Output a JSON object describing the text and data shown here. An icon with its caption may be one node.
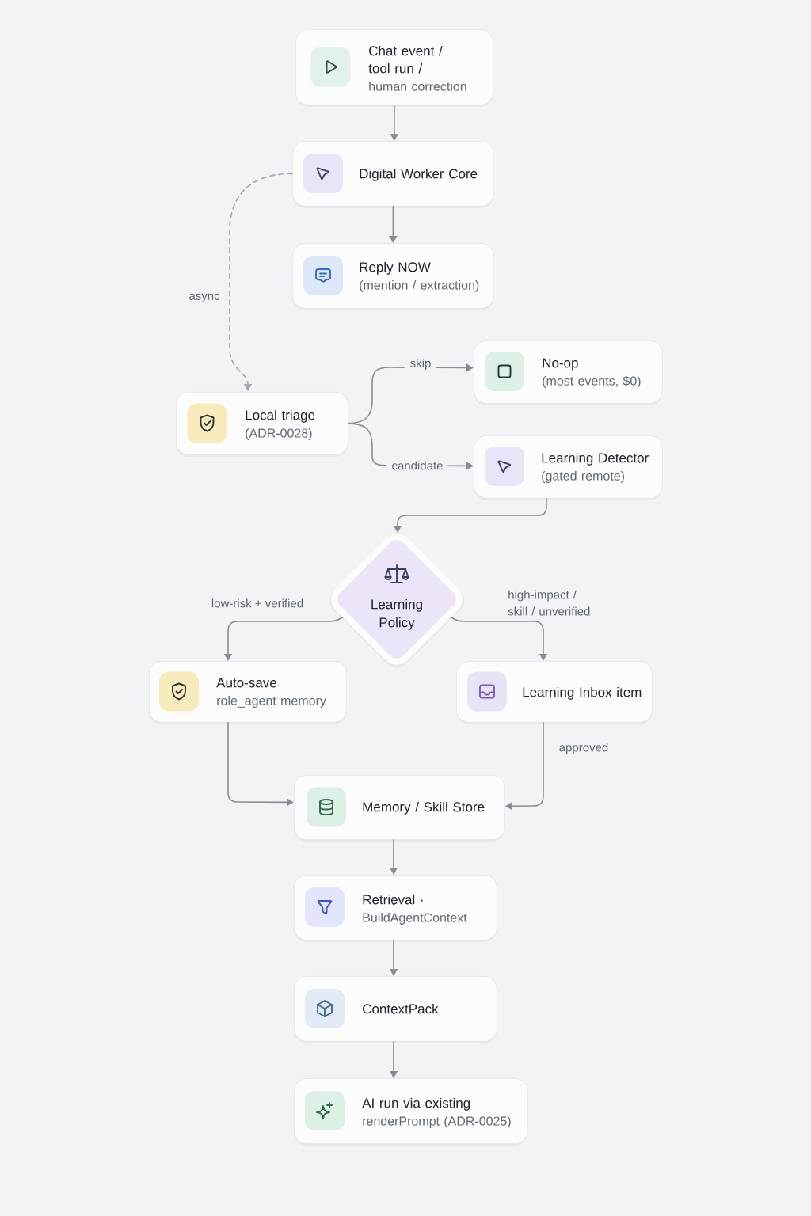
{
  "diagram": {
    "nodes": [
      {
        "text": [
          "Chat event / tool run /",
          "human correction"
        ]
      },
      {
        "text": [
          "Digital Worker Core"
        ]
      },
      {
        "text": [
          "Reply NOW",
          "(mention / extraction)"
        ]
      },
      {
        "text": [
          "Local triage",
          "(ADR-0028)"
        ]
      },
      {
        "text": [
          "No-op",
          "(most events, $0)"
        ]
      },
      {
        "text": [
          "Learning Detector",
          "(gated remote)"
        ]
      },
      {
        "text": [
          "Learning Policy"
        ]
      },
      {
        "text": [
          "Auto-save",
          "role_agent memory"
        ]
      },
      {
        "text": [
          "Learning Inbox item"
        ]
      },
      {
        "text": [
          "Memory / Skill Store"
        ]
      },
      {
        "text": [
          "Retrieval ·",
          "BuildAgentContext"
        ]
      },
      {
        "text": [
          "ContextPack"
        ]
      },
      {
        "text": [
          "AI run via existing",
          "renderPrompt (ADR-0025)"
        ]
      }
    ],
    "edges": [
      {
        "from": 0,
        "to": 1,
        "arrow": "to"
      },
      {
        "from": 1,
        "to": 2,
        "arrow": "to"
      },
      {
        "from": 1,
        "to": 3,
        "arrow": "to",
        "label": "async",
        "style": "dashed",
        "color": "#a3a8b0"
      },
      {
        "from": 3,
        "to": 4,
        "arrow": "to",
        "label": "skip"
      },
      {
        "from": 3,
        "to": 5,
        "arrow": "to",
        "label": "candidate"
      },
      {
        "from": 5,
        "to": 6,
        "arrow": "to"
      },
      {
        "from": 6,
        "to": 7,
        "arrow": "to",
        "label": "low-risk + verified"
      },
      {
        "from": 6,
        "to": 8,
        "arrow": "to",
        "label": "high-impact / skill / unverified"
      },
      {
        "from": 7,
        "to": 9,
        "arrow": "to"
      },
      {
        "from": 8,
        "to": 9,
        "arrow": "to",
        "label": "approved"
      },
      {
        "from": 9,
        "to": 10,
        "arrow": "to"
      },
      {
        "from": 10,
        "to": 11,
        "arrow": "to"
      },
      {
        "from": 11,
        "to": 12,
        "arrow": "to"
      }
    ]
  }
}
